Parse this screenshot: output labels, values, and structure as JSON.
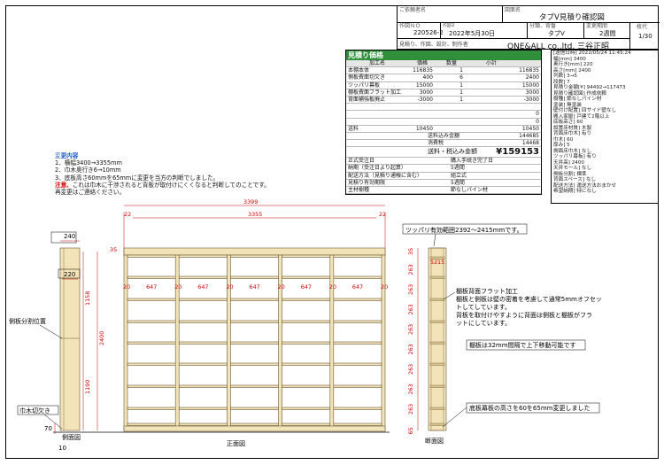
{
  "title_block": {
    "customer_label": "ご依頼者名",
    "drawing_name_label": "図面名",
    "drawing_name": "タブV見積り確認図",
    "work_no_label": "作図ＮＯ",
    "work_no": "220526-2",
    "date_label": "作図日",
    "date": "2022年5月30日",
    "class_label": "分類、背番",
    "class": "タブV",
    "period_label": "変更期間",
    "period": "2週間",
    "sheet_label": "枚代",
    "sheet": "1/30",
    "maker_label": "見積り、作図、設計、制作者",
    "maker": "ONE&ALL co.,ltd. 三谷正昭"
  },
  "estimate": {
    "title": "見積り価格",
    "headers": [
      "加工名",
      "価格",
      "数量",
      "小計"
    ],
    "rows": [
      [
        "本棚本体",
        "116835",
        "1",
        "116835"
      ],
      [
        "側板費面切欠き",
        "400",
        "6",
        "2400"
      ],
      [
        "ツッパリ幕板",
        "15000",
        "1",
        "15000"
      ],
      [
        "棚板費面フラット加工",
        "3000",
        "1",
        "3000"
      ],
      [
        "背面補強板廃止",
        "-3000",
        "1",
        "-3000"
      ],
      [
        "",
        "",
        "",
        ""
      ],
      [
        "",
        "",
        "",
        "0"
      ],
      [
        "",
        "",
        "",
        "0"
      ],
      [
        "送料",
        "10450",
        "",
        "10450"
      ]
    ],
    "subtotal_label": "送料込み金額",
    "subtotal": "144685",
    "tax_label": "消費税",
    "tax": "14468",
    "total_label": "送料・税込み金額",
    "total": "¥159153",
    "info": [
      [
        "正式受注日",
        "購入手続き完了日"
      ],
      [
        "納期（受注日より起算）",
        "5週間"
      ],
      [
        "配送方法（見積り通報に含む）",
        "組立式"
      ],
      [
        "見積り有効期限",
        "5週間"
      ],
      [
        "主材樹種",
        "節なしパイン材"
      ]
    ]
  },
  "spec": [
    "[送信日時] 2022/05/24 11:45:24",
    "幅[mm] 3400",
    "奥行き[mm] 220",
    "高さ[mm] 2400",
    "列数] 3→5",
    "段数] 7",
    "見積り金額[¥] 94492→117473",
    "見積り確認図] 作成依頼",
    "樹種] 節なしパイン材",
    "塗装] 無塗装",
    "壁付け配置] 四サイド壁なし",
    "搬入家屋] 戸建て2階以上",
    "底板高さ] 60",
    "設置床材質] 木製",
    "背面床巾木] 有り",
    "巾木] 60",
    "厚み] 5",
    "側面床巾木] なし",
    "ツッパリ幕板] 有り",
    "天井高] 2400",
    "天井モール] なし",
    "側板分割] 標準",
    "背面スペース] なし",
    "配送方法] 運送方法おまかせ",
    "希望納期] 特になし"
  ],
  "notes": {
    "title_a": "変",
    "title_b": "更内容",
    "lines": [
      "1、横幅3400→3355mm",
      "2、巾木奥行き6→10mm",
      "3、底板高さ60mmを65mmに変更を当方の判断でしました。"
    ],
    "warn_label": "注意、",
    "warn_text": "これは巾木に干渉されると背板が取付けにくくなると判断してのことです。",
    "last": "再変更はご連絡ください。"
  },
  "front": {
    "w_total": "3399",
    "w_inner": "3355",
    "side_gap_l": "22",
    "side_gap_r": "22",
    "h_total": "2400",
    "h_upper": "1158",
    "h_lower": "1190",
    "top_dim": "35",
    "col_gap": "20",
    "col_w": "647",
    "label": "正面図"
  },
  "side": {
    "depth": "240",
    "inner": "220",
    "split_label": "側板分割位置",
    "skirting_label": "巾木切欠き",
    "bottom_70": "70",
    "bottom_10": "10",
    "label": "側面図"
  },
  "section": {
    "tension_label": "ツッパリ有効範囲2392～2415mmです。",
    "d52": "52",
    "d15": "15",
    "left_vals": [
      "35",
      "263",
      "263",
      "263",
      "263",
      "263",
      "263",
      "263",
      "263",
      "65"
    ],
    "note1_l1": "棚板背面フラット加工",
    "note1_l2": "棚板と側板は壁の密着を考慮して通常5mmオフセッ",
    "note1_l3": "トしてしています。",
    "note1_l4": "背板を取付けやすように背面は側板と棚板がフラ",
    "note1_l5": "ットにしています。",
    "note2": "棚板は32mm間隔で上下移動可能です",
    "note3": "底板幕板の高さを60を65mm変更しました",
    "label": "断面図"
  }
}
